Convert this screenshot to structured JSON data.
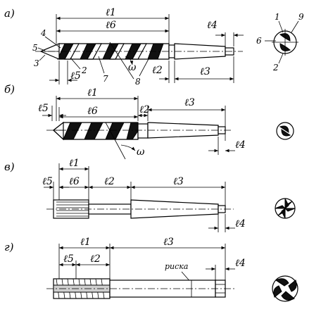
{
  "views": {
    "a": {
      "label": "а)",
      "dims": [
        "ℓ1",
        "ℓ6",
        "ℓ4",
        "ℓ5",
        "ℓ2",
        "ℓ3"
      ],
      "callouts": [
        "4",
        "5",
        "3",
        "2",
        "7",
        "8",
        "ω"
      ],
      "section_callouts": [
        "1",
        "9",
        "6",
        "2"
      ]
    },
    "b": {
      "label": "б)",
      "dims": [
        "ℓ1",
        "ℓ5",
        "ℓ6",
        "ℓ2",
        "ℓ3",
        "ℓ4"
      ],
      "callouts": [
        "ω"
      ]
    },
    "v": {
      "label": "в)",
      "dims": [
        "ℓ1",
        "ℓ5",
        "ℓ6",
        "ℓ2",
        "ℓ3",
        "ℓ4"
      ]
    },
    "g": {
      "label": "г)",
      "dims": [
        "ℓ1",
        "ℓ3",
        "ℓ5",
        "ℓ2",
        "ℓ4"
      ],
      "note": "риска"
    }
  }
}
